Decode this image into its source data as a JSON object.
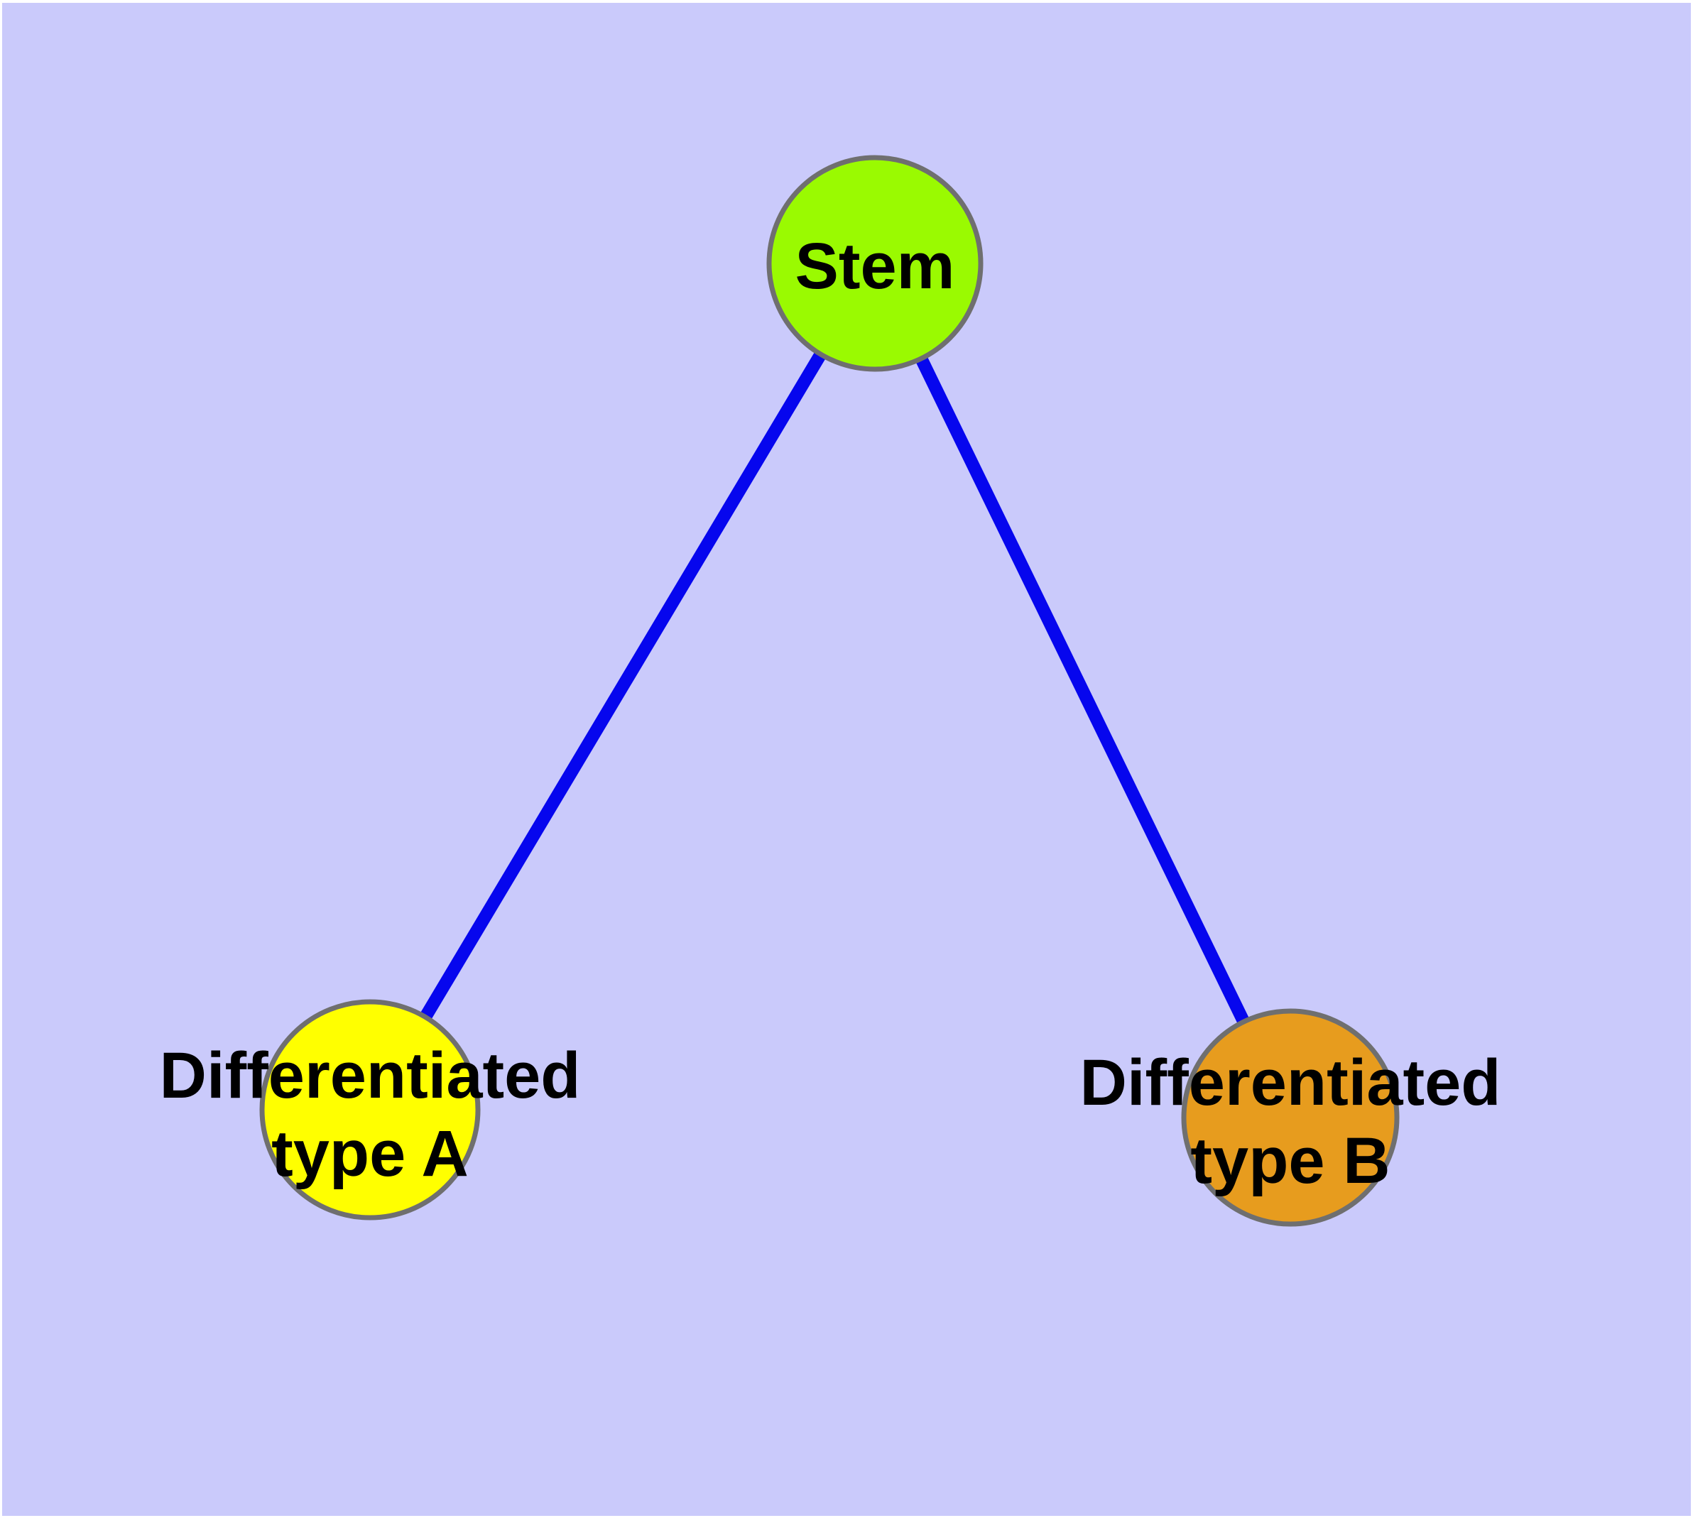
{
  "diagram": {
    "background_color": "#CACAFB",
    "edge_color": "#0606EE",
    "node_border_color": "#6F6F6F",
    "label_color": "#000000",
    "nodes": [
      {
        "id": "stem",
        "label": "Stem",
        "fill": "#9AFA01"
      },
      {
        "id": "differentiated-type-a",
        "label_line1": "Differentiated",
        "label_line2": "type A",
        "fill": "#FFFF00"
      },
      {
        "id": "differentiated-type-b",
        "label_line1": "Differentiated",
        "label_line2": "type B",
        "fill": "#E79C1E"
      }
    ],
    "edges": [
      {
        "from": "Stem",
        "to": "Differentiated type A"
      },
      {
        "from": "Stem",
        "to": "Differentiated type B"
      }
    ]
  }
}
